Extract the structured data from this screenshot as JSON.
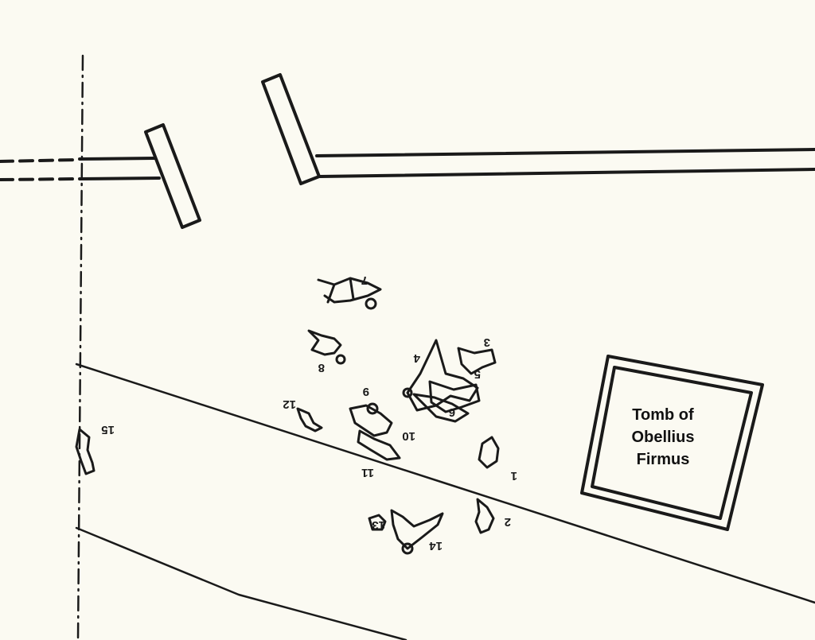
{
  "tomb": {
    "label_lines": [
      "Tomb of",
      "Obellius",
      "Firmus"
    ]
  },
  "victims": [
    {
      "id": "7",
      "label": "7"
    },
    {
      "id": "8",
      "label": "8"
    },
    {
      "id": "3",
      "label": "3"
    },
    {
      "id": "4",
      "label": "4"
    },
    {
      "id": "5",
      "label": "5"
    },
    {
      "id": "6",
      "label": "6"
    },
    {
      "id": "9",
      "label": "9"
    },
    {
      "id": "10",
      "label": "10"
    },
    {
      "id": "11",
      "label": "11"
    },
    {
      "id": "12",
      "label": "12"
    },
    {
      "id": "13",
      "label": "13"
    },
    {
      "id": "14",
      "label": "14"
    },
    {
      "id": "15",
      "label": "15"
    },
    {
      "id": "1",
      "label": "1"
    },
    {
      "id": "2",
      "label": "2"
    }
  ]
}
